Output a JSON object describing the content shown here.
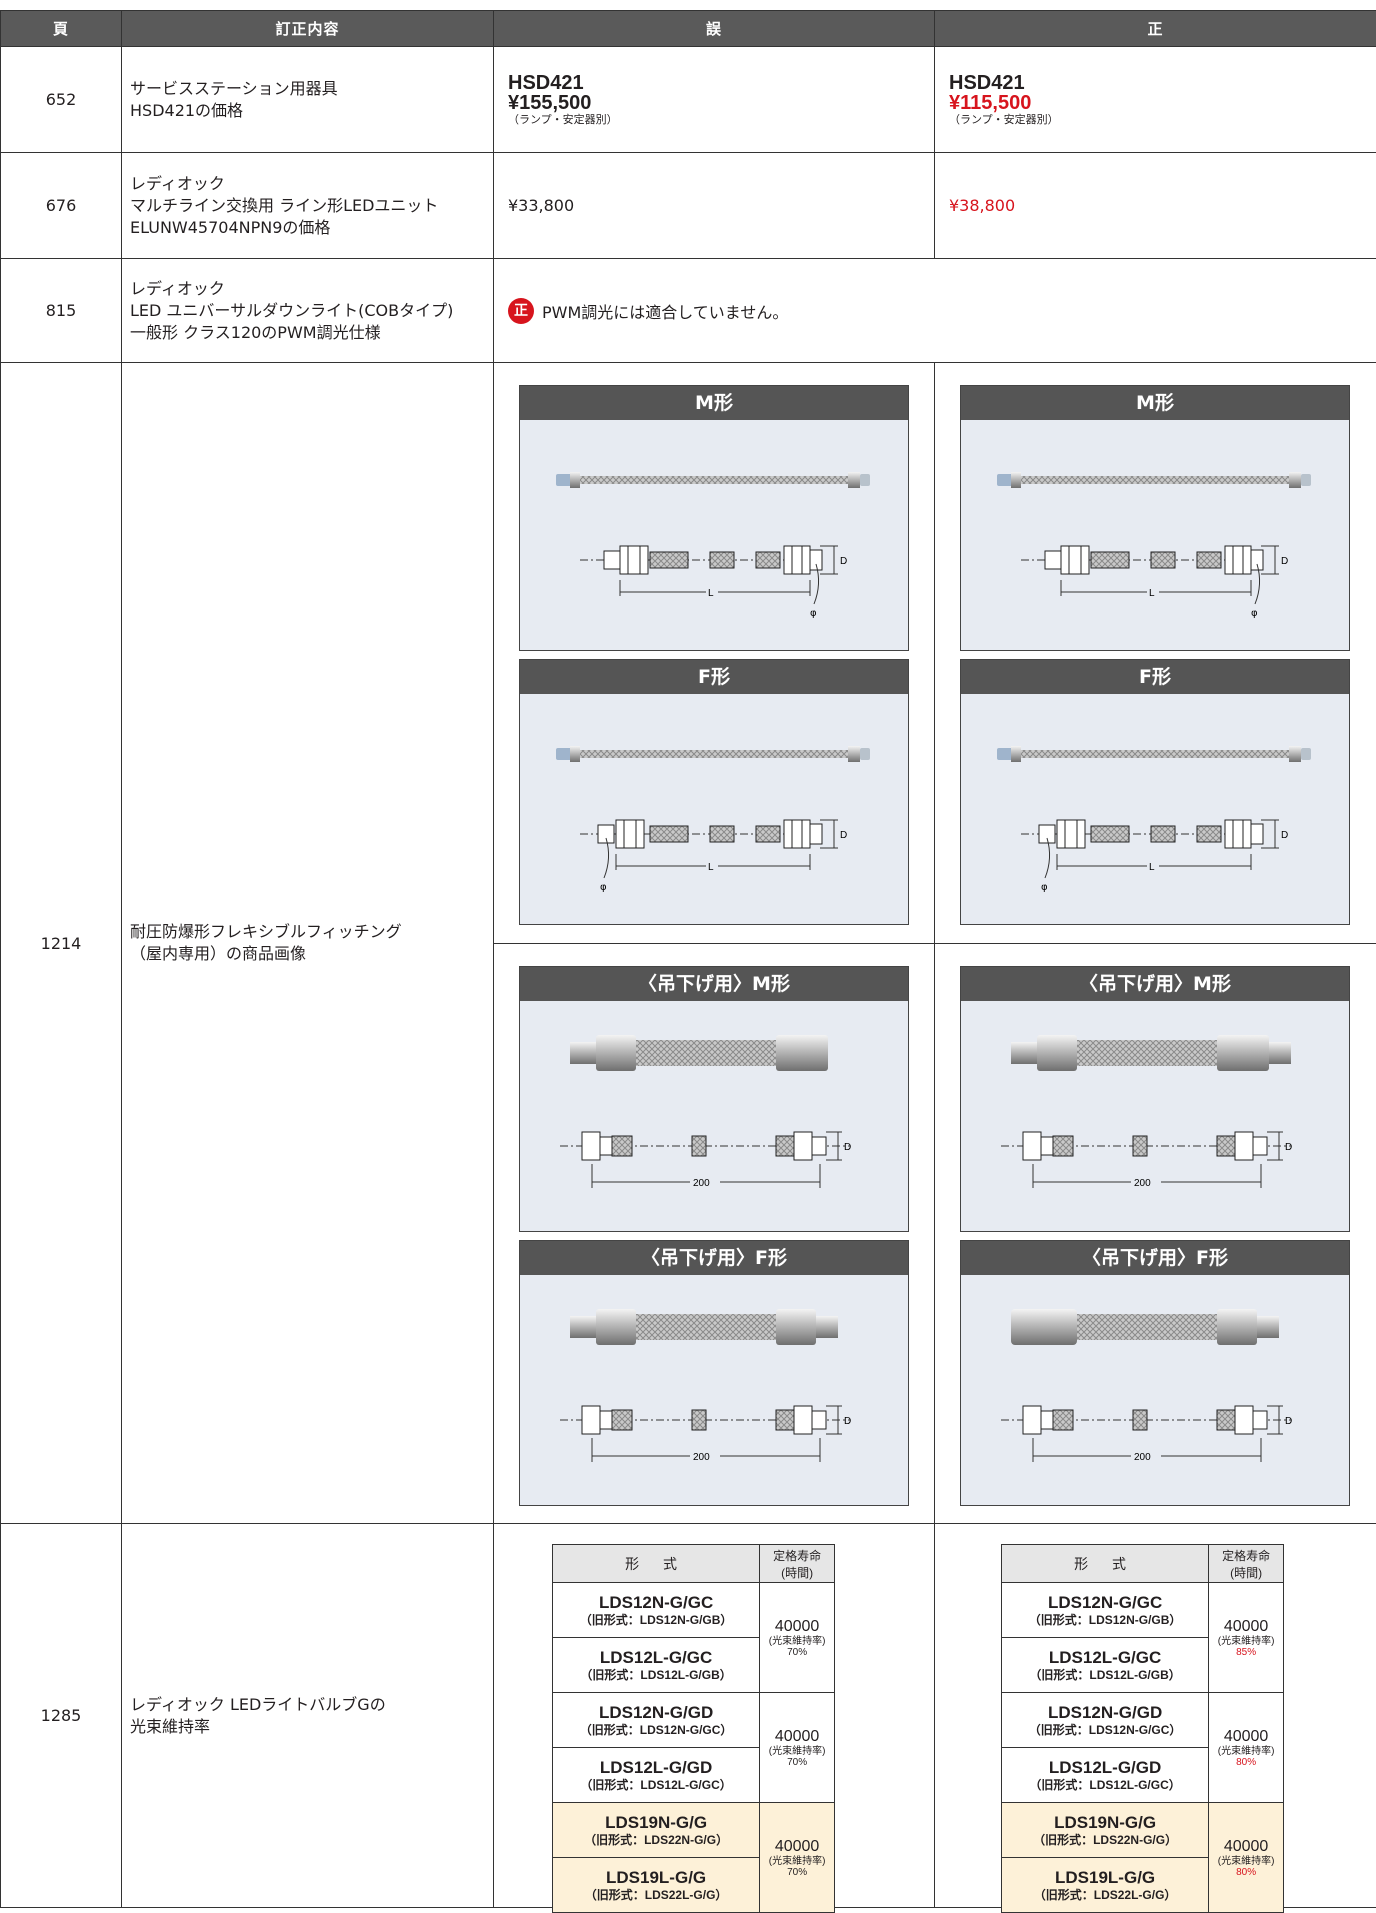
{
  "headers": {
    "page": "頁",
    "content": "訂正内容",
    "wrong": "誤",
    "correct": "正"
  },
  "rows": {
    "r652": {
      "page": "652",
      "desc": [
        "サービスステーション用器具",
        "HSD421の価格"
      ],
      "wrong": {
        "model": "HSD421",
        "price": "¥155,500",
        "note": "（ランプ・安定器別）"
      },
      "correct": {
        "model": "HSD421",
        "price": "¥115,500",
        "note": "（ランプ・安定器別）"
      }
    },
    "r676": {
      "page": "676",
      "desc": [
        "レディオック",
        "マルチライン交換用 ライン形LEDユニット",
        "ELUNW45704NPN9の価格"
      ],
      "wrong": "¥33,800",
      "correct": "¥38,800"
    },
    "r815": {
      "page": "815",
      "desc": [
        "レディオック",
        "LED ユニバーサルダウンライト(COBタイプ)",
        "一般形 クラス120のPWM調光仕様"
      ],
      "badge": "正",
      "text": "PWM調光には適合していません。"
    },
    "r1214": {
      "page": "1214",
      "desc": [
        "耐圧防爆形フレキシブルフィッチング",
        "（屋内専用）の商品画像"
      ],
      "panels": {
        "m": "M形",
        "f": "F形",
        "hm": "〈吊下げ用〉M形",
        "hf": "〈吊下げ用〉F形"
      },
      "dims": {
        "d": "D",
        "l": "L",
        "phi": "φ",
        "len": "200"
      }
    },
    "r1285": {
      "page": "1285",
      "desc": [
        "レディオック LEDライトバルブGの",
        "光束維持率"
      ],
      "table": {
        "h_model": "形 式",
        "h_life": "定格寿命",
        "h_life2": "(時間)",
        "life": "40000",
        "keep_label": "光束維持率",
        "rows": [
          {
            "m": "LDS12N-G/GC",
            "old": "（旧形式：LDS12N-G/GB）"
          },
          {
            "m": "LDS12L-G/GC",
            "old": "（旧形式：LDS12L-G/GB）"
          },
          {
            "m": "LDS12N-G/GD",
            "old": "（旧形式：LDS12N-G/GC）"
          },
          {
            "m": "LDS12L-G/GD",
            "old": "（旧形式：LDS12L-G/GC）"
          },
          {
            "m": "LDS19N-G/G",
            "old": "（旧形式：LDS22N-G/G）"
          },
          {
            "m": "LDS19L-G/G",
            "old": "（旧形式：LDS22L-G/G）"
          }
        ],
        "wrong_keep": [
          "70%",
          "70%",
          "70%"
        ],
        "correct_keep": [
          "85%",
          "80%",
          "80%"
        ]
      }
    }
  },
  "colors": {
    "accent_red": "#d7141d",
    "header_gray": "#5a5a5a",
    "panel_bg": "#e7ebf2",
    "highlight": "#fdf1d8"
  }
}
